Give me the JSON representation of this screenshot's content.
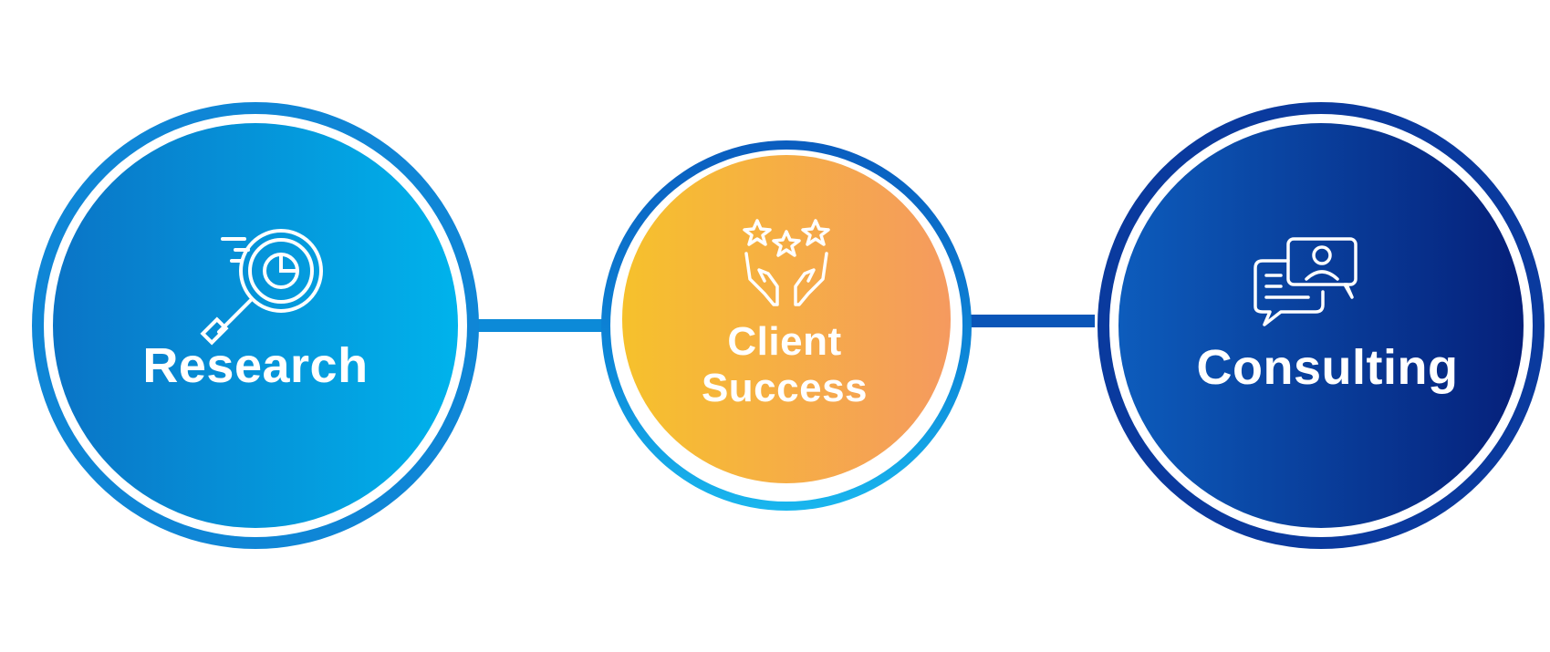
{
  "nodes": {
    "research": {
      "label": "Research",
      "icon": "magnifier-chart-icon",
      "colors": {
        "gradient_start": "#0a74c6",
        "gradient_end": "#00b3ec",
        "ring": "#0f86d6"
      }
    },
    "client_success": {
      "label_line1": "Client",
      "label_line2": "Success",
      "icon": "hands-stars-icon",
      "colors": {
        "gradient_start": "#f6c12c",
        "gradient_end": "#f59a5f",
        "ring": "#0b6fcb",
        "ring_bottom": "#16b4ec"
      }
    },
    "consulting": {
      "label": "Consulting",
      "icon": "chat-user-icon",
      "colors": {
        "gradient_start": "#0d5cbc",
        "gradient_end": "#05207a",
        "ring": "#0a3a9e"
      }
    }
  },
  "connectors": {
    "left": {
      "color": "#0c8ad8"
    },
    "right": {
      "color": "#0a55b8"
    }
  }
}
